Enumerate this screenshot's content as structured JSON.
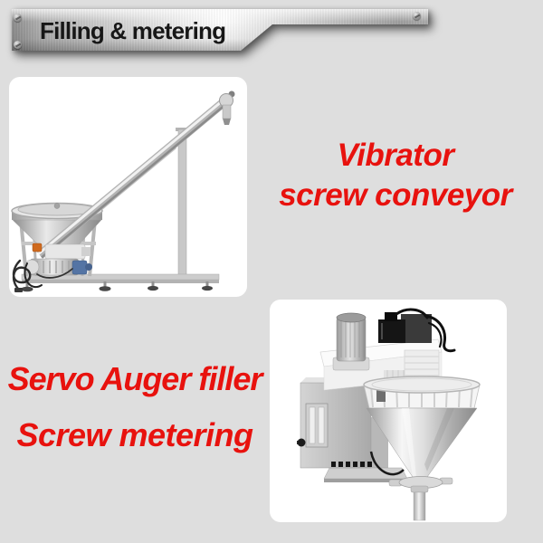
{
  "page": {
    "background_color": "#dedede"
  },
  "banner": {
    "title": "Filling & metering",
    "text_color": "#171717",
    "plate_style": "brushed-metal",
    "screw_icons": 3
  },
  "labels": {
    "vibrator_line1": "Vibrator",
    "vibrator_line2": "screw conveyor",
    "servo_line1": "Servo Auger filler",
    "servo_line2": "Screw metering",
    "color": "#e8120e"
  },
  "photos": {
    "conveyor": {
      "name": "vibrating-screw-conveyor-photo",
      "description": "stainless inclined screw conveyor with round vibrating hopper"
    },
    "auger": {
      "name": "servo-auger-filler-photo",
      "description": "servo auger filler head with conical hopper and drop tube"
    }
  }
}
